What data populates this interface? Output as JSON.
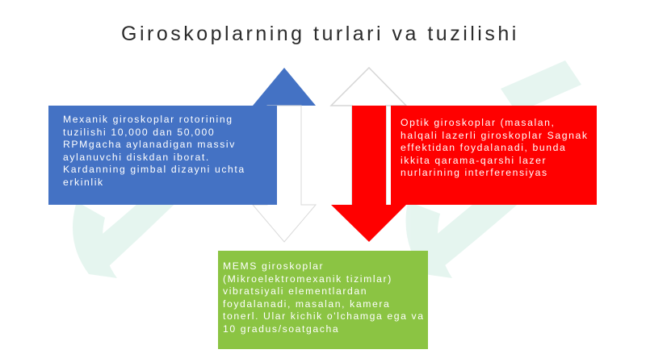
{
  "slide": {
    "title": "Giroskoplarning turlari va tuzilishi"
  },
  "boxes": {
    "mechanical": "Mexanik giroskoplar rotorining tuzilishi 10,000 dan 50,000 RPMgacha aylanadigan massiv aylanuvchi diskdan iborat. Kardanning gimbal dizayni uchta erkinlik",
    "optical": "Optik giroskoplar (masalan, halqali lazerli giroskoplar Sagnak effektidan foydalanadi, bunda ikkita qarama-qarshi lazer nurlarining interferensiyas",
    "mems": "MEMS giroskoplar (Mikroelektromexanik tizimlar) vibratsiyali elementlardan foydalanadi, masalan, kamera tonerl. Ular kichik o'lchamga ega va 10 gradus/soatgacha"
  },
  "colors": {
    "blue": "#4472c4",
    "red": "#ff0000",
    "green": "#8bc443",
    "arrow_white": "#ffffff",
    "arrow_grey_edge": "#d6d6d6",
    "watermark": "#e3f4ee"
  },
  "icons": {
    "arrow_up_blue": "up-arrow",
    "arrow_down_white": "down-arrow",
    "arrow_up_white": "up-arrow",
    "arrow_down_red": "down-arrow"
  }
}
